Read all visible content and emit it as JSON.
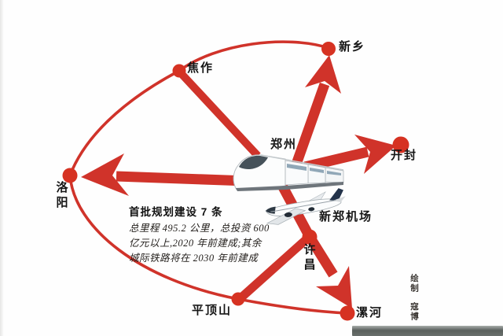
{
  "figure": {
    "cities": {
      "zhengzhou": "郑州",
      "xinxiang": "新乡",
      "jiaozuo": "焦作",
      "luoyang": "洛阳",
      "kaifeng": "开封",
      "xinzheng_airport": "新郑机场",
      "xuchang": "许昌",
      "pingdingshan": "平顶山",
      "luohe": "漯河"
    },
    "info": {
      "title": "首批规划建设 7 条",
      "lines": [
        "总里程 495.2 公里，总投资 600",
        "亿元以上,2020 年前建成;其余",
        "城际铁路将在 2030 年前建成"
      ]
    },
    "credit": {
      "action": "绘制",
      "name": "寇博"
    },
    "colors": {
      "line_red": "#d0332a",
      "dot_red": "#d63222",
      "text_black": "#161616",
      "bar_gray": "#5a605d"
    }
  }
}
